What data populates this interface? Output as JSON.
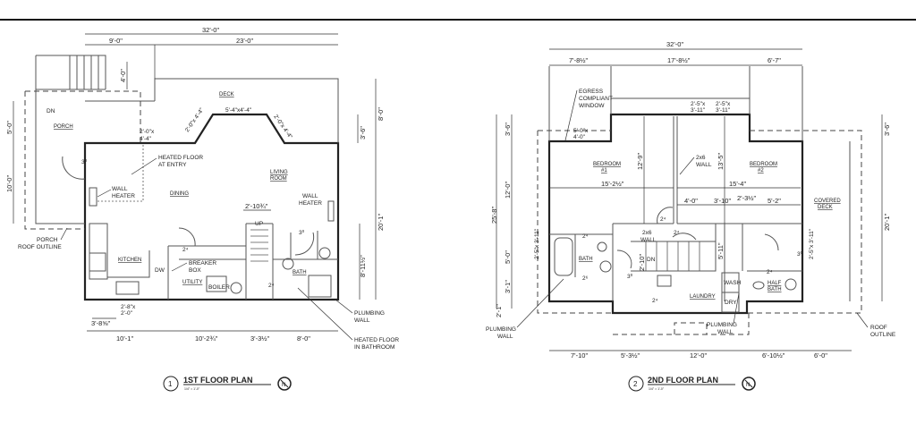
{
  "plan1": {
    "title": "1ST FLOOR PLAN",
    "number": "1",
    "scale": "1/4\" = 1'-0\"",
    "rooms": {
      "deck": "DECK",
      "porch": "PORCH",
      "living1": "LIVING",
      "living2": "ROOM",
      "dining": "DINING",
      "kitchen": "KITCHEN",
      "utility": "UTILITY",
      "bath": "BATH"
    },
    "notes": {
      "heated_entry_1": "HEATED FLOOR",
      "heated_entry_2": "AT ENTRY",
      "wall_heater_a1": "WALL",
      "wall_heater_a2": "HEATER",
      "wall_heater_b1": "WALL",
      "wall_heater_b2": "HEATER",
      "breaker_1": "BREAKER",
      "breaker_2": "BOX",
      "porch_roof_1": "PORCH",
      "porch_roof_2": "ROOF OUTLINE",
      "plumbing_1": "PLUMBING",
      "plumbing_2": "WALL",
      "heated_bath_1": "HEATED FLOOR",
      "heated_bath_2": "IN BATHROOM",
      "dn": "DN",
      "up": "UP",
      "dw": "DW",
      "boiler": "BOILER"
    },
    "windows": {
      "bay_center": "5'-4\"x4'-4\"",
      "bay_left": "2'-0\"x 4'-4\"",
      "bay_right": "2'-0\"x 4'-4\"",
      "entry_1": "2'-0\"x",
      "entry_2": "4'-4\"",
      "sink_1": "2'-8\"x",
      "sink_2": "2'-0\""
    },
    "doors": {
      "entry": "3⁰",
      "kitchen": "2⁴",
      "bath_top": "3⁰",
      "bath": "2⁴"
    },
    "dims": {
      "overall": "32'-0\"",
      "top_left": "9'-0\"",
      "top_right": "23'-0\"",
      "stair": "4'-0\"",
      "porch_depth": "5'-0\"",
      "porch_side": "10'-0\"",
      "deck_depth": "8'-0\"",
      "bay_depth": "3'-6\"",
      "right_total": "20'-1\"",
      "bath_depth": "8'-11½\"",
      "stair_width": "2'-10¾\"",
      "sink_offset": "3'-8⅝\"",
      "bottom": [
        "10'-1\"",
        "10'-2¾\"",
        "3'-3½\"",
        "8'-0\""
      ]
    }
  },
  "plan2": {
    "title": "2ND FLOOR PLAN",
    "number": "2",
    "scale": "1/4\" = 1'-0\"",
    "rooms": {
      "bed1a": "BEDROOM",
      "bed1b": "#1",
      "bed2a": "BEDROOM",
      "bed2b": "#2",
      "bath": "BATH",
      "laundry": "LAUNDRY",
      "half1": "HALF",
      "half2": "BATH",
      "deck1": "COVERED",
      "deck2": "DECK"
    },
    "notes": {
      "egress_1": "EGRESS",
      "egress_2": "COMPLIANT",
      "egress_3": "WINDOW",
      "wall2x6_1": "2x6",
      "wall2x6_2": "WALL",
      "wall2x6b_1": "2x6",
      "wall2x6b_2": "WALL",
      "plumbing_a1": "PLUMBING",
      "plumbing_a2": "WALL",
      "plumbing_b1": "PLUMBING",
      "plumbing_b2": "WALL",
      "roof_1": "ROOF",
      "roof_2": "OUTLINE",
      "dn": "DN",
      "wash": "WASH",
      "dry": "DRY"
    },
    "windows": {
      "egress_1": "5'-0\"x",
      "egress_2": "4'-0\"",
      "w1_1": "2'-5\"x",
      "w1_2": "3'-11\"",
      "w2_1": "2'-5\"x",
      "w2_2": "3'-11\"",
      "left": "2'-5\"x 3'-11\"",
      "right": "2'-5\"x 3'-11\""
    },
    "doors": {
      "d1": "2⁴",
      "d2": "2⁴",
      "d3": "2⁴",
      "d4": "2⁶",
      "d5": "3⁰",
      "d6": "2⁴",
      "d7": "3⁰",
      "d8": "2⁴"
    },
    "dims": {
      "overall": "32'-0\"",
      "top": [
        "7'-8½\"",
        "17'-8½\"",
        "6'-7\""
      ],
      "left_top": "3'-6\"",
      "left_12": "12'-0\"",
      "left_total": "25'-8\"",
      "left_5": "5'-0\"",
      "left_3": "3'-1\"",
      "left_2": "2'-1\"",
      "right_top": "3'-6\"",
      "right_total": "20'-1\"",
      "bed1_w": "15'-2½\"",
      "bed1_d": "12'-9\"",
      "bed2_w": "15'-4\"",
      "bed2_d": "13'-5\"",
      "mid": [
        "4'-0\"",
        "3'-10\"",
        "2'-3½\"",
        "5'-2\""
      ],
      "stair": "2'-10\"",
      "stair2": "5'-11\"",
      "bottom": [
        "7'-10\"",
        "5'-3½\"",
        "12'-0\"",
        "6'-10½\"",
        "6'-0\""
      ]
    }
  }
}
